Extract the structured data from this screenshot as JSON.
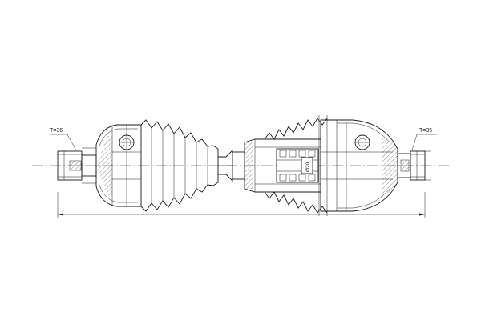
{
  "labels": {
    "left_spline_count": "T=36",
    "right_spline_count": "T=35",
    "center_dimension": "Ø20"
  }
}
